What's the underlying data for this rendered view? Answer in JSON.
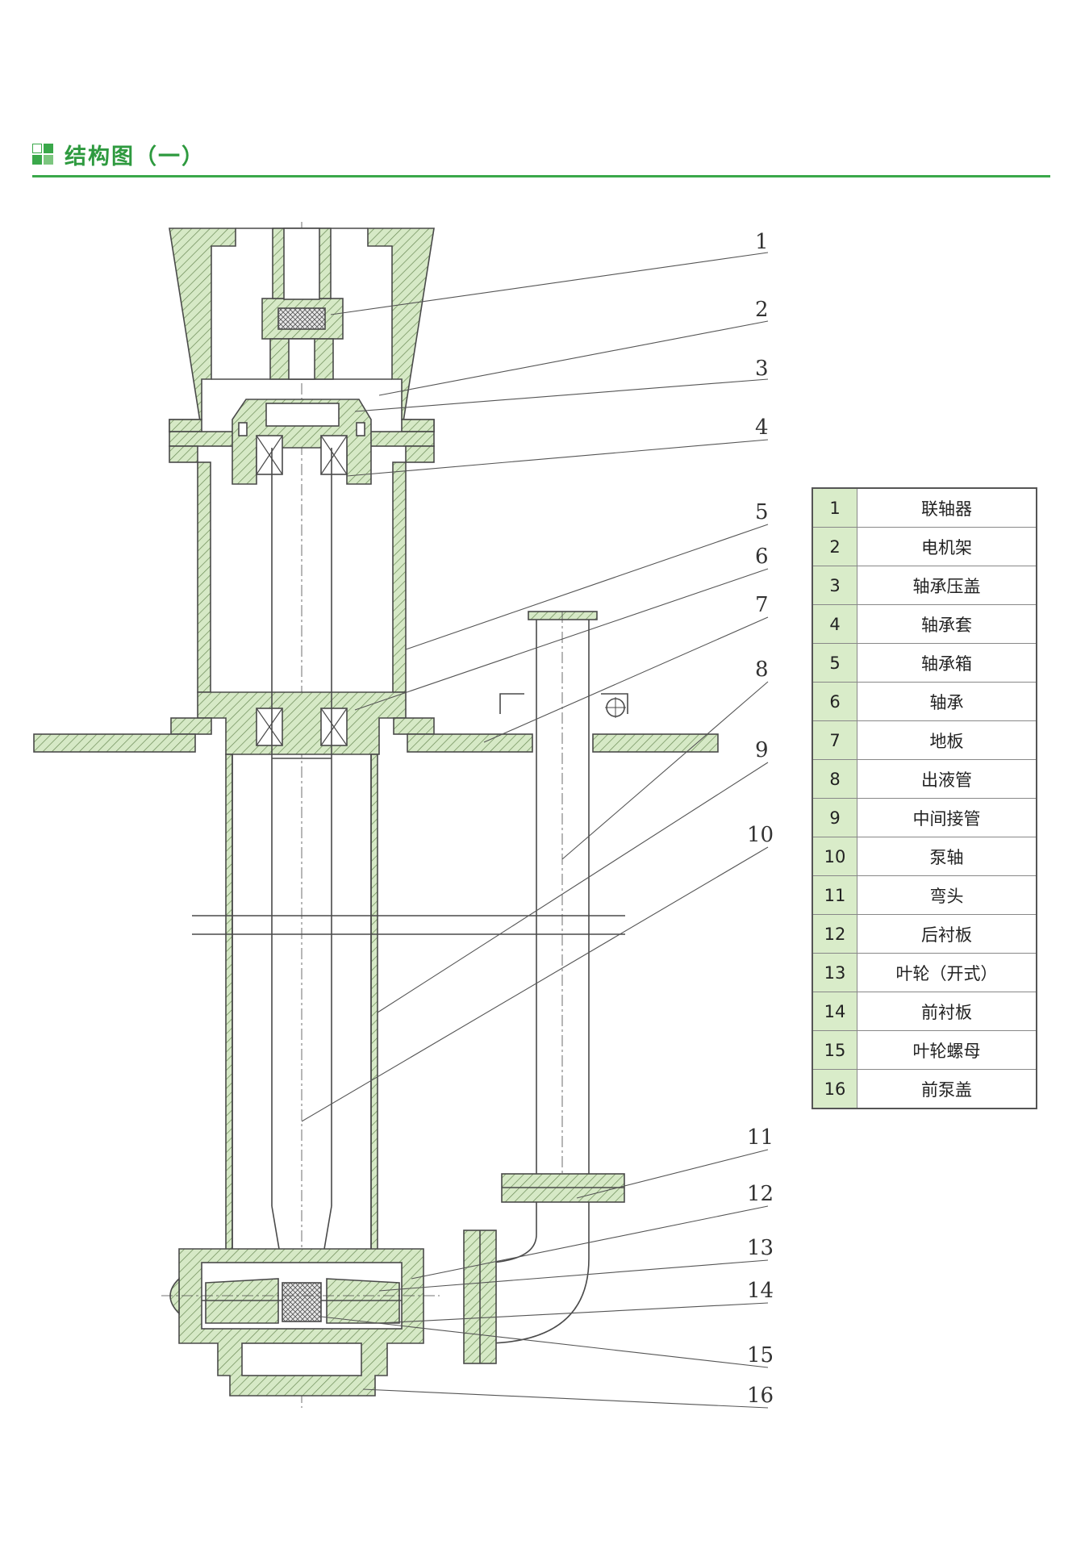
{
  "header": {
    "title": "结构图（一）"
  },
  "colors": {
    "accent": "#3aa84a",
    "part_fill": "#d6e9c6",
    "hatch": "#6a8a55",
    "line": "#4a4a4a",
    "legend_num_bg": "#d9ecc9"
  },
  "callouts": [
    "1",
    "2",
    "3",
    "4",
    "5",
    "6",
    "7",
    "8",
    "9",
    "10",
    "11",
    "12",
    "13",
    "14",
    "15",
    "16"
  ],
  "parts": [
    {
      "num": "1",
      "name": "联轴器"
    },
    {
      "num": "2",
      "name": "电机架"
    },
    {
      "num": "3",
      "name": "轴承压盖"
    },
    {
      "num": "4",
      "name": "轴承套"
    },
    {
      "num": "5",
      "name": "轴承箱"
    },
    {
      "num": "6",
      "name": "轴承"
    },
    {
      "num": "7",
      "name": "地板"
    },
    {
      "num": "8",
      "name": "出液管"
    },
    {
      "num": "9",
      "name": "中间接管"
    },
    {
      "num": "10",
      "name": "泵轴"
    },
    {
      "num": "11",
      "name": "弯头"
    },
    {
      "num": "12",
      "name": "后衬板"
    },
    {
      "num": "13",
      "name": "叶轮（开式）"
    },
    {
      "num": "14",
      "name": "前衬板"
    },
    {
      "num": "15",
      "name": "叶轮螺母"
    },
    {
      "num": "16",
      "name": "前泵盖"
    }
  ]
}
